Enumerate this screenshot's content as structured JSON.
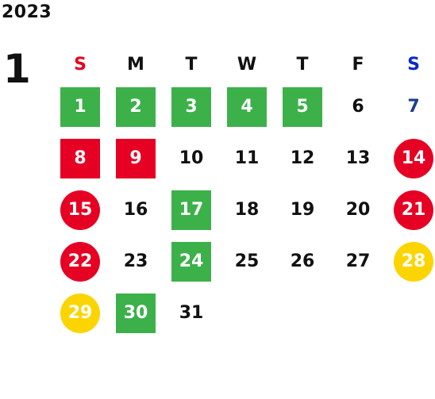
{
  "year": "2023",
  "month": "1",
  "colors": {
    "green": "#3cb14a",
    "red": "#e60023",
    "yellow": "#fcd400",
    "blue_text": "#1b3f8b",
    "sunday_header": "#e60023",
    "saturday_header": "#0a2ac8",
    "default_text": "#111111"
  },
  "weekdays": [
    {
      "label": "S",
      "kind": "sun"
    },
    {
      "label": "M",
      "kind": ""
    },
    {
      "label": "T",
      "kind": ""
    },
    {
      "label": "W",
      "kind": ""
    },
    {
      "label": "T",
      "kind": ""
    },
    {
      "label": "F",
      "kind": ""
    },
    {
      "label": "S",
      "kind": "sat"
    }
  ],
  "first_weekday_index": 0,
  "days": [
    {
      "day": "1",
      "style": "green-square"
    },
    {
      "day": "2",
      "style": "green-square"
    },
    {
      "day": "3",
      "style": "green-square"
    },
    {
      "day": "4",
      "style": "green-square"
    },
    {
      "day": "5",
      "style": "green-square"
    },
    {
      "day": "6",
      "style": "plain"
    },
    {
      "day": "7",
      "style": "blue-text"
    },
    {
      "day": "8",
      "style": "red-square"
    },
    {
      "day": "9",
      "style": "red-square"
    },
    {
      "day": "10",
      "style": "plain"
    },
    {
      "day": "11",
      "style": "plain"
    },
    {
      "day": "12",
      "style": "plain"
    },
    {
      "day": "13",
      "style": "plain"
    },
    {
      "day": "14",
      "style": "red-circle"
    },
    {
      "day": "15",
      "style": "red-circle"
    },
    {
      "day": "16",
      "style": "plain"
    },
    {
      "day": "17",
      "style": "green-square"
    },
    {
      "day": "18",
      "style": "plain"
    },
    {
      "day": "19",
      "style": "plain"
    },
    {
      "day": "20",
      "style": "plain"
    },
    {
      "day": "21",
      "style": "red-circle"
    },
    {
      "day": "22",
      "style": "red-circle"
    },
    {
      "day": "23",
      "style": "plain"
    },
    {
      "day": "24",
      "style": "green-square"
    },
    {
      "day": "25",
      "style": "plain"
    },
    {
      "day": "26",
      "style": "plain"
    },
    {
      "day": "27",
      "style": "plain"
    },
    {
      "day": "28",
      "style": "yellow-circle"
    },
    {
      "day": "29",
      "style": "yellow-circle"
    },
    {
      "day": "30",
      "style": "green-square"
    },
    {
      "day": "31",
      "style": "plain"
    }
  ]
}
